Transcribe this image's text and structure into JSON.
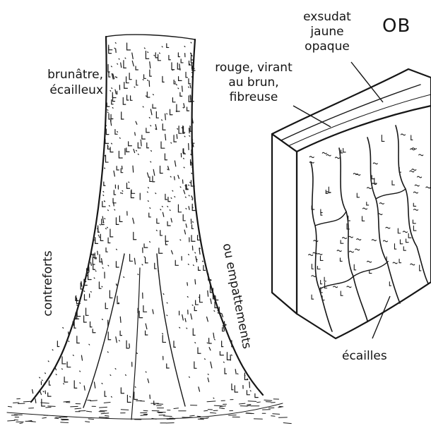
{
  "title": "OB",
  "labels": {
    "bark_color": "brunâtre, écailleux",
    "buttresses": "contreforts",
    "flare": "ou empattements",
    "exudate": "exsudat jaune opaque",
    "slash": "rouge, virant au brun, fibreuse",
    "scales": "écailles"
  }
}
